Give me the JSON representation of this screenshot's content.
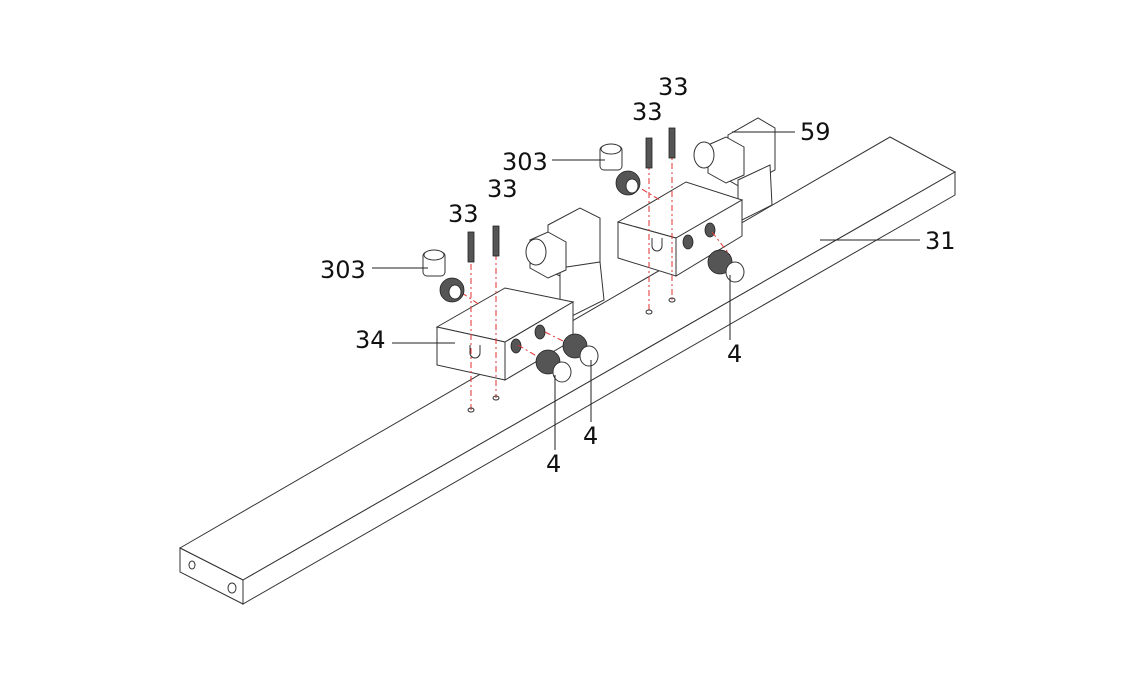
{
  "labels": {
    "bar": "31",
    "valve_body": "34",
    "coil": "59",
    "elbow_left": "303",
    "elbow_right": "303",
    "screw_l1": "33",
    "screw_l2": "33",
    "screw_r1": "33",
    "screw_r2": "33",
    "fitting_l1": "4",
    "fitting_l2": "4",
    "fitting_r": "4"
  },
  "colors": {
    "line": "#333333",
    "centerline": "#e03030"
  }
}
